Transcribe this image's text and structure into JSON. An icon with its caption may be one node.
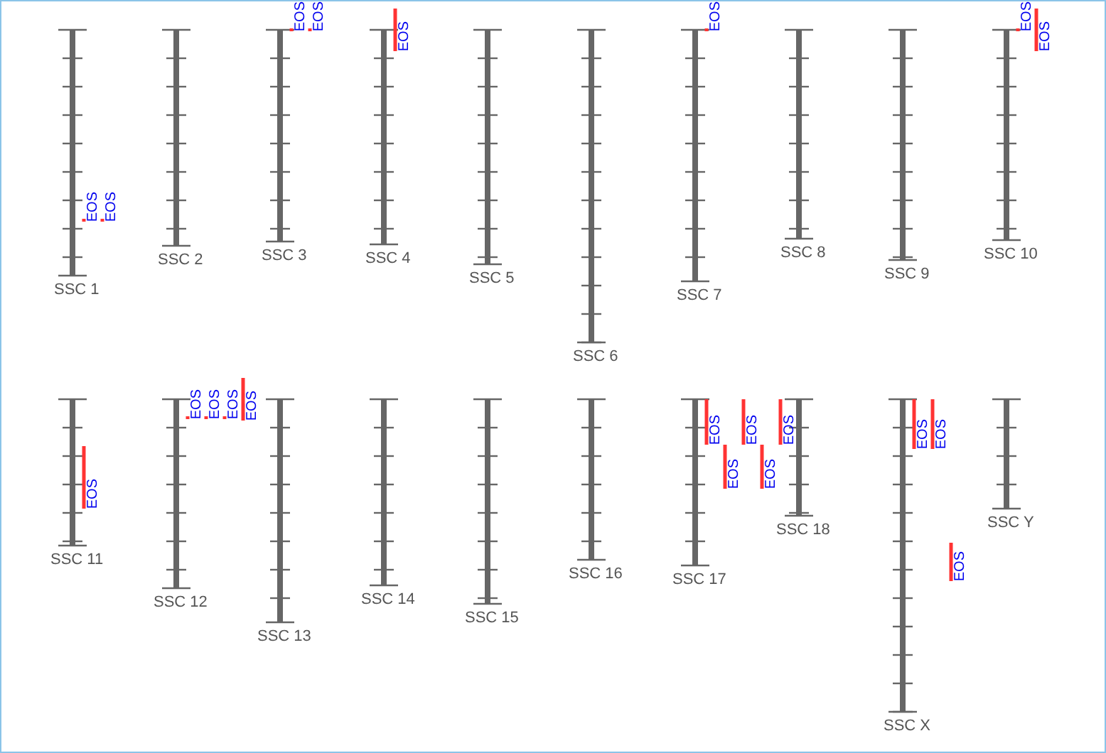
{
  "diagram": {
    "labels": [
      "SSC 1",
      "EOS",
      "EOS",
      "SSC 2",
      "SSC 3",
      "EOS",
      "EOS",
      "SSC 4",
      "EOS",
      "SSC 5",
      "SSC 6",
      "SSC 7",
      "EOS",
      "SSC 8",
      "SSC 9",
      "SSC 10",
      "EOS",
      "EOS",
      "SSC 11",
      "EOS",
      "SSC 12",
      "EOS",
      "EOS",
      "EOS",
      "EOS",
      "SSC 13",
      "SSC 14",
      "SSC 15",
      "SSC 16",
      "SSC 17",
      "EOS",
      "EOS",
      "EOS",
      "EOS",
      "EOS",
      "SSC 18",
      "SSC X",
      "EOS",
      "EOS",
      "EOS",
      "SSC Y"
    ]
  }
}
